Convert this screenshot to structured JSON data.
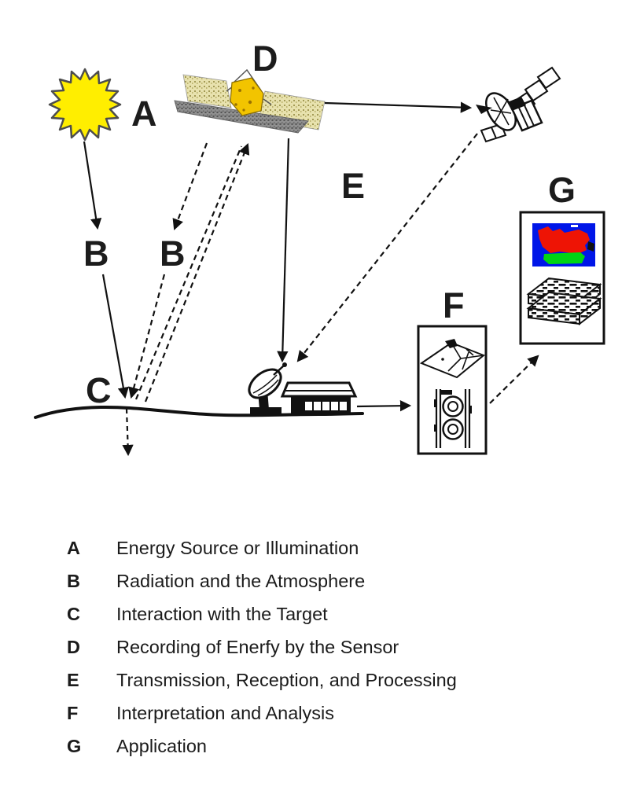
{
  "diagram": {
    "labels": {
      "a": "A",
      "b1": "B",
      "b2": "B",
      "c": "C",
      "d": "D",
      "e": "E",
      "f": "F",
      "g": "G"
    }
  },
  "legend": {
    "items": [
      {
        "letter": "A",
        "text": "Energy Source or Illumination"
      },
      {
        "letter": "B",
        "text": "Radiation and the Atmosphere"
      },
      {
        "letter": "C",
        "text": "Interaction with the Target"
      },
      {
        "letter": "D",
        "text": "Recording of Enerfy by the Sensor"
      },
      {
        "letter": "E",
        "text": "Transmission, Reception, and Processing"
      },
      {
        "letter": "F",
        "text": "Interpretation and Analysis"
      },
      {
        "letter": "G",
        "text": "Application"
      }
    ]
  },
  "colors": {
    "sun": "#ffee00",
    "satellite_gold": "#f2c400",
    "panel_khaki": "#e8e2ae",
    "panel_gray": "#8f8f8f",
    "map_blue": "#0016e8",
    "map_red": "#ee1405",
    "map_green": "#00d414",
    "line": "#111111"
  }
}
